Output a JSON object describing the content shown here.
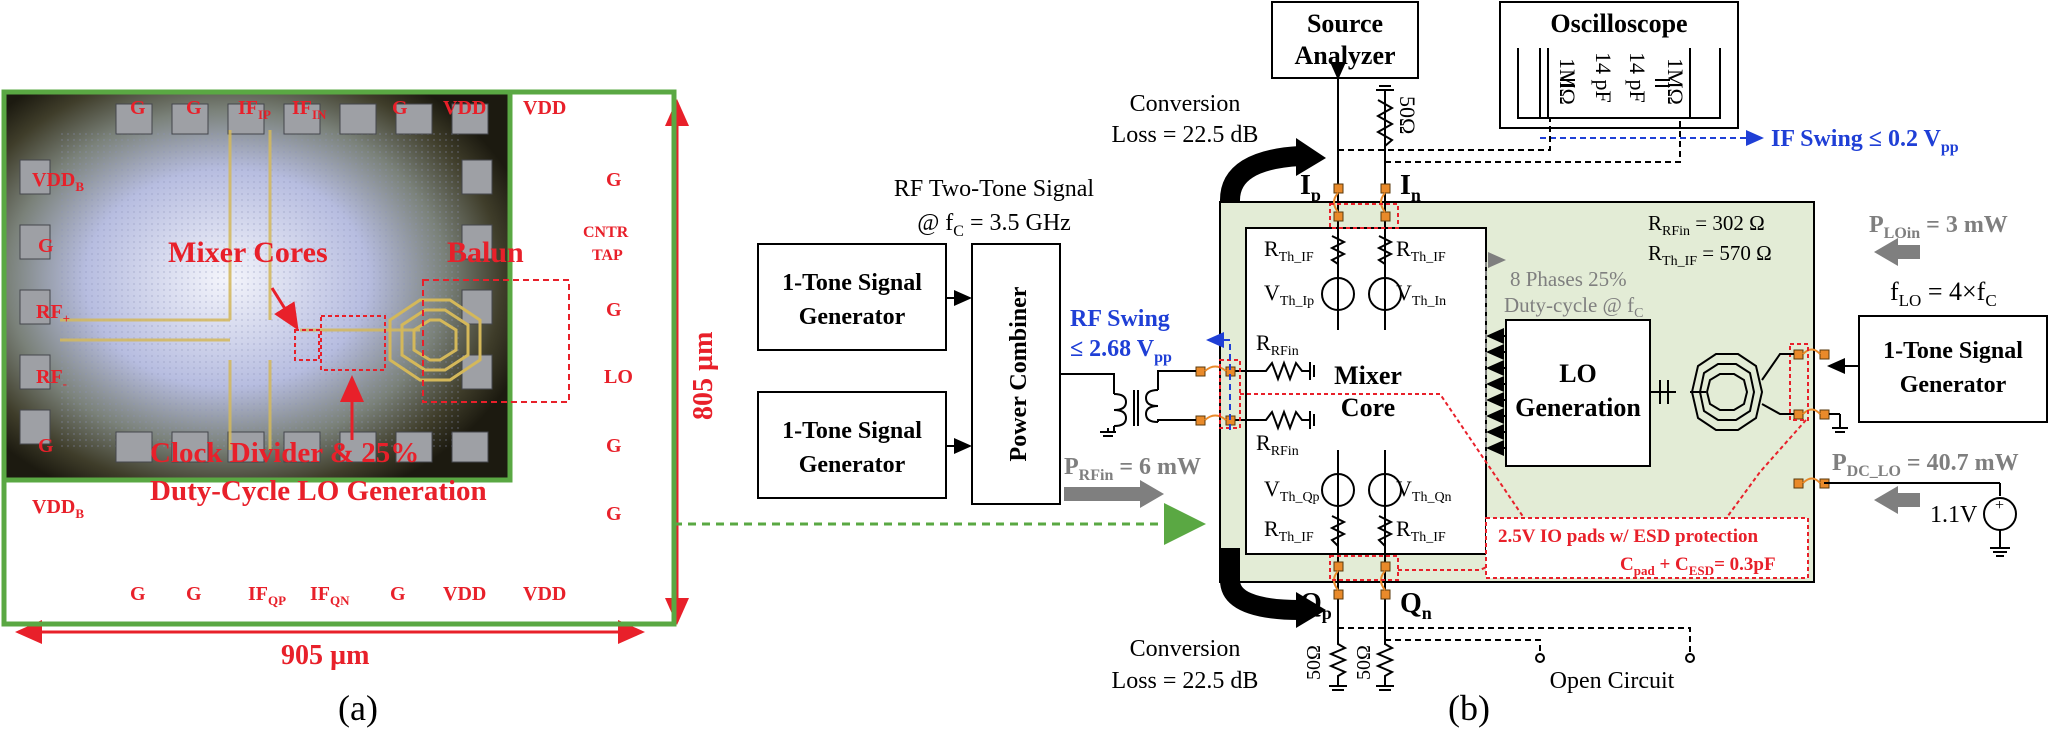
{
  "panel_a": {
    "label": "(a)",
    "width_dim": "905 µm",
    "height_dim": "805 µm",
    "pads_top": [
      "G",
      "G",
      "IF",
      "IF",
      "G",
      "VDD",
      "VDD"
    ],
    "pads_top_sub": [
      "",
      "",
      "IP",
      "IN",
      "",
      "",
      ""
    ],
    "pads_bottom": [
      "G",
      "G",
      "IF",
      "IF",
      "G",
      "VDD",
      "VDD"
    ],
    "pads_bottom_sub": [
      "",
      "",
      "QP",
      "QN",
      "",
      "",
      ""
    ],
    "pads_left": [
      "VDD",
      "G",
      "RF",
      "RF",
      "G",
      "VDD"
    ],
    "pads_left_sub": [
      "B",
      "",
      "+",
      "-",
      "",
      "B"
    ],
    "pads_right": [
      "G",
      "CNTR",
      "TAP",
      "G",
      "LO",
      "G",
      "G"
    ],
    "mixer_cores": "Mixer Cores",
    "balun": "Balun",
    "clock_divider_line1": "Clock Divider  & 25%",
    "clock_divider_line2": "Duty-Cycle LO Generation"
  },
  "panel_b": {
    "label": "(b)",
    "source_analyzer_1": "Source",
    "source_analyzer_2": "Analyzer",
    "oscilloscope": "Oscilloscope",
    "osc_r": "1MΩ",
    "osc_c": "14 pF",
    "r50": "50Ω",
    "if_swing_1": "IF Swing ≤ 0.2 V",
    "if_swing_sub": "pp",
    "conv_loss_top_1": "Conversion",
    "conv_loss_top_2": "Loss = 22.5 dB",
    "conv_loss_bot_1": "Conversion",
    "conv_loss_bot_2": "Loss = 22.5 dB",
    "rf_two_tone_1": "RF Two-Tone Signal",
    "rf_two_tone_2a": "@ f",
    "rf_two_tone_2sub": "C",
    "rf_two_tone_2b": " = 3.5 GHz",
    "gen1_1": "1-Tone Signal",
    "gen1_2": "Generator",
    "gen2_1": "1-Tone Signal",
    "gen2_2": "Generator",
    "gen3_1": "1-Tone Signal",
    "gen3_2": "Generator",
    "power_combiner": "Power Combiner",
    "rf_swing_1": "RF Swing",
    "rf_swing_2": "≤ 2.68 V",
    "rf_swing_sub": "pp",
    "prf_in": "P",
    "prf_in_sub": "RFin",
    "prf_in_val": " = 6 mW",
    "ip": "I",
    "ip_sub": "p",
    "in": "I",
    "in_sub": "n",
    "qp": "Q",
    "qp_sub": "p",
    "qn": "Q",
    "qn_sub": "n",
    "rrfin_main": "R",
    "rrfin_sub": "RFin",
    "rrfin_val": " = 302 Ω",
    "rthif_main": "R",
    "rthif_sub": "Th_IF",
    "rthif_val": " = 570 Ω",
    "r": "R",
    "v": "V",
    "rth_if": "Th_IF",
    "vth_ip": "Th_Ip",
    "vth_in": "Th_In",
    "vth_qp": "Th_Qp",
    "vth_qn": "Th_Qn",
    "rfin": "RFin",
    "mixer_core_1": "Mixer",
    "mixer_core_2": "Core",
    "phases_1": "8 Phases 25%",
    "phases_2": "Duty-cycle @ f",
    "phases_2sub": "C",
    "lo_gen_1": "LO",
    "lo_gen_2": "Generation",
    "plo_in": "P",
    "plo_in_sub": "LOin",
    "plo_in_val": " = 3 mW",
    "flo": "f",
    "flo_sub": "LO",
    "flo_val": " = 4×f",
    "flo_sub2": "C",
    "pdc_lo": "P",
    "pdc_lo_sub": "DC_LO",
    "pdc_lo_val": " = 40.7 mW",
    "vdc": "1.1V",
    "io_pads": "2.5V IO pads w/ ESD protection",
    "cpad": "C",
    "cpad_sub": "pad",
    "cesd": " + C",
    "cesd_sub": "ESD",
    "cval": "= 0.3pF",
    "open_circuit": "Open Circuit"
  },
  "colors": {
    "die_border": "#5aa843",
    "chip_bg": "#e3ecd6",
    "chip_border": "#000000",
    "red": "#e8202a",
    "blue": "#1f3fd6",
    "grey": "#7f7f7f",
    "arrow_green": "#5aa843",
    "orange_bond": "#e98a2a"
  }
}
